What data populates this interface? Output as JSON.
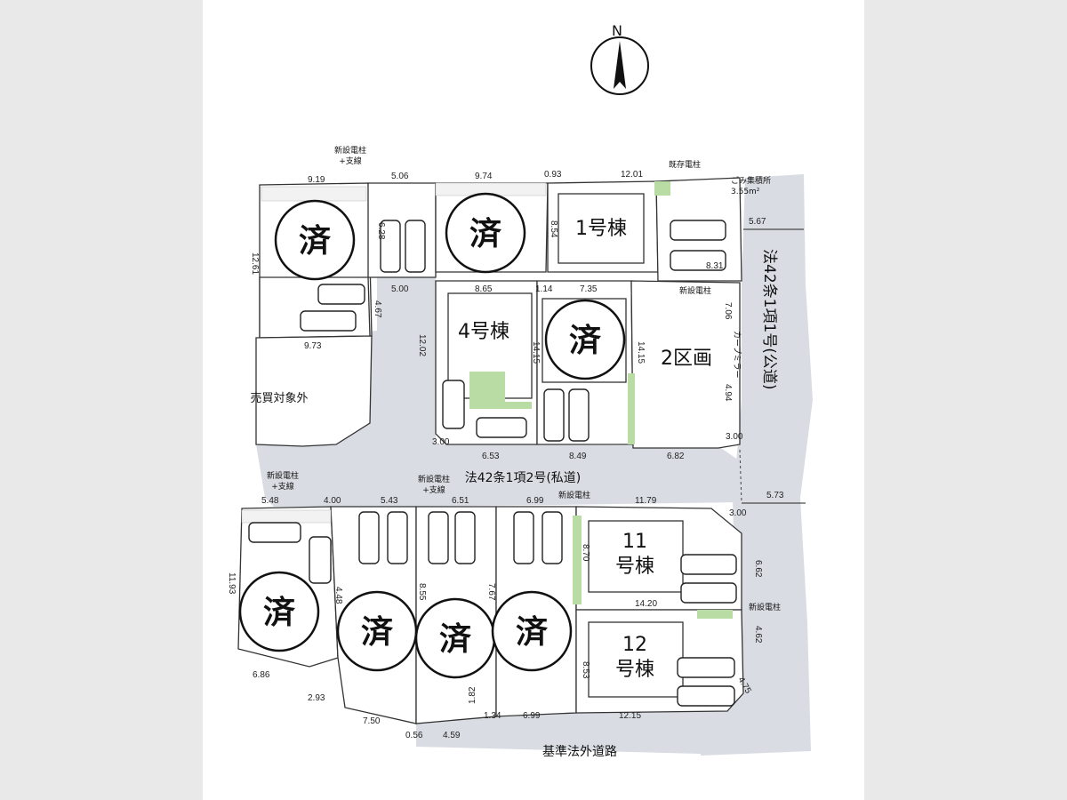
{
  "compass": {
    "label": "N"
  },
  "sold_mark": "済",
  "buildings": {
    "b1": "1号棟",
    "b4": "4号棟",
    "b11_line1": "11",
    "b11_line2": "号棟",
    "b12_line1": "12",
    "b12_line2": "号棟"
  },
  "section2": "2区画",
  "excluded_area": "売買対象外",
  "roads": {
    "public_road": "法42条1項1号(公道)",
    "private_road": "法42条1項2号(私道)",
    "bottom_road": "基準法外道路"
  },
  "annotations": {
    "new_pole_brace_1": "新設電柱",
    "new_pole_brace_1b": "+支線",
    "existing_pole": "既存電柱",
    "garbage": "ごみ集積所",
    "garbage_area": "3.55m²",
    "new_pole_2": "新設電柱",
    "curve_mirror": "カーブミラー",
    "new_pole_brace_3": "新設電柱",
    "new_pole_brace_3b": "+支線",
    "new_pole_brace_4": "新設電柱",
    "new_pole_brace_4b": "+支線",
    "new_pole_5": "新設電柱",
    "new_pole_6": "新設電柱"
  },
  "dimensions": {
    "d919": "9.19",
    "d506": "5.06",
    "d974": "9.74",
    "d093": "0.93",
    "d1201": "12.01",
    "d1261": "12.61",
    "d628": "6.28",
    "d854": "8.54",
    "d500": "5.00",
    "d467": "4.67",
    "d973": "9.73",
    "d865": "8.65",
    "d114": "1.14",
    "d735": "7.35",
    "d567": "5.67",
    "d1202": "12.02",
    "d1415a": "14.15",
    "d1415b": "14.15",
    "d706": "7.06",
    "d494": "4.94",
    "d300a": "3.00",
    "d653": "6.53",
    "d849": "8.49",
    "d682": "6.82",
    "d300b": "3.00",
    "d548": "5.48",
    "d400": "4.00",
    "d543": "5.43",
    "d651": "6.51",
    "d699a": "6.99",
    "d1179": "11.79",
    "d573": "5.73",
    "d300c": "3.00",
    "d1193": "11.93",
    "d870": "8.70",
    "d662": "6.62",
    "d1420": "14.20",
    "d448": "4.48",
    "d855": "8.55",
    "d767": "7.67",
    "d462": "4.62",
    "d853": "8.53",
    "d475": "4.75",
    "d686": "6.86",
    "d293": "2.93",
    "d750": "7.50",
    "d056": "0.56",
    "d182": "1.82",
    "d134": "1.34",
    "d699b": "6.99",
    "d1215": "12.15",
    "d459": "4.59",
    "d831": "8.31"
  },
  "colors": {
    "green": "#b9dca4",
    "road": "#d9dde3",
    "line": "#333333"
  }
}
